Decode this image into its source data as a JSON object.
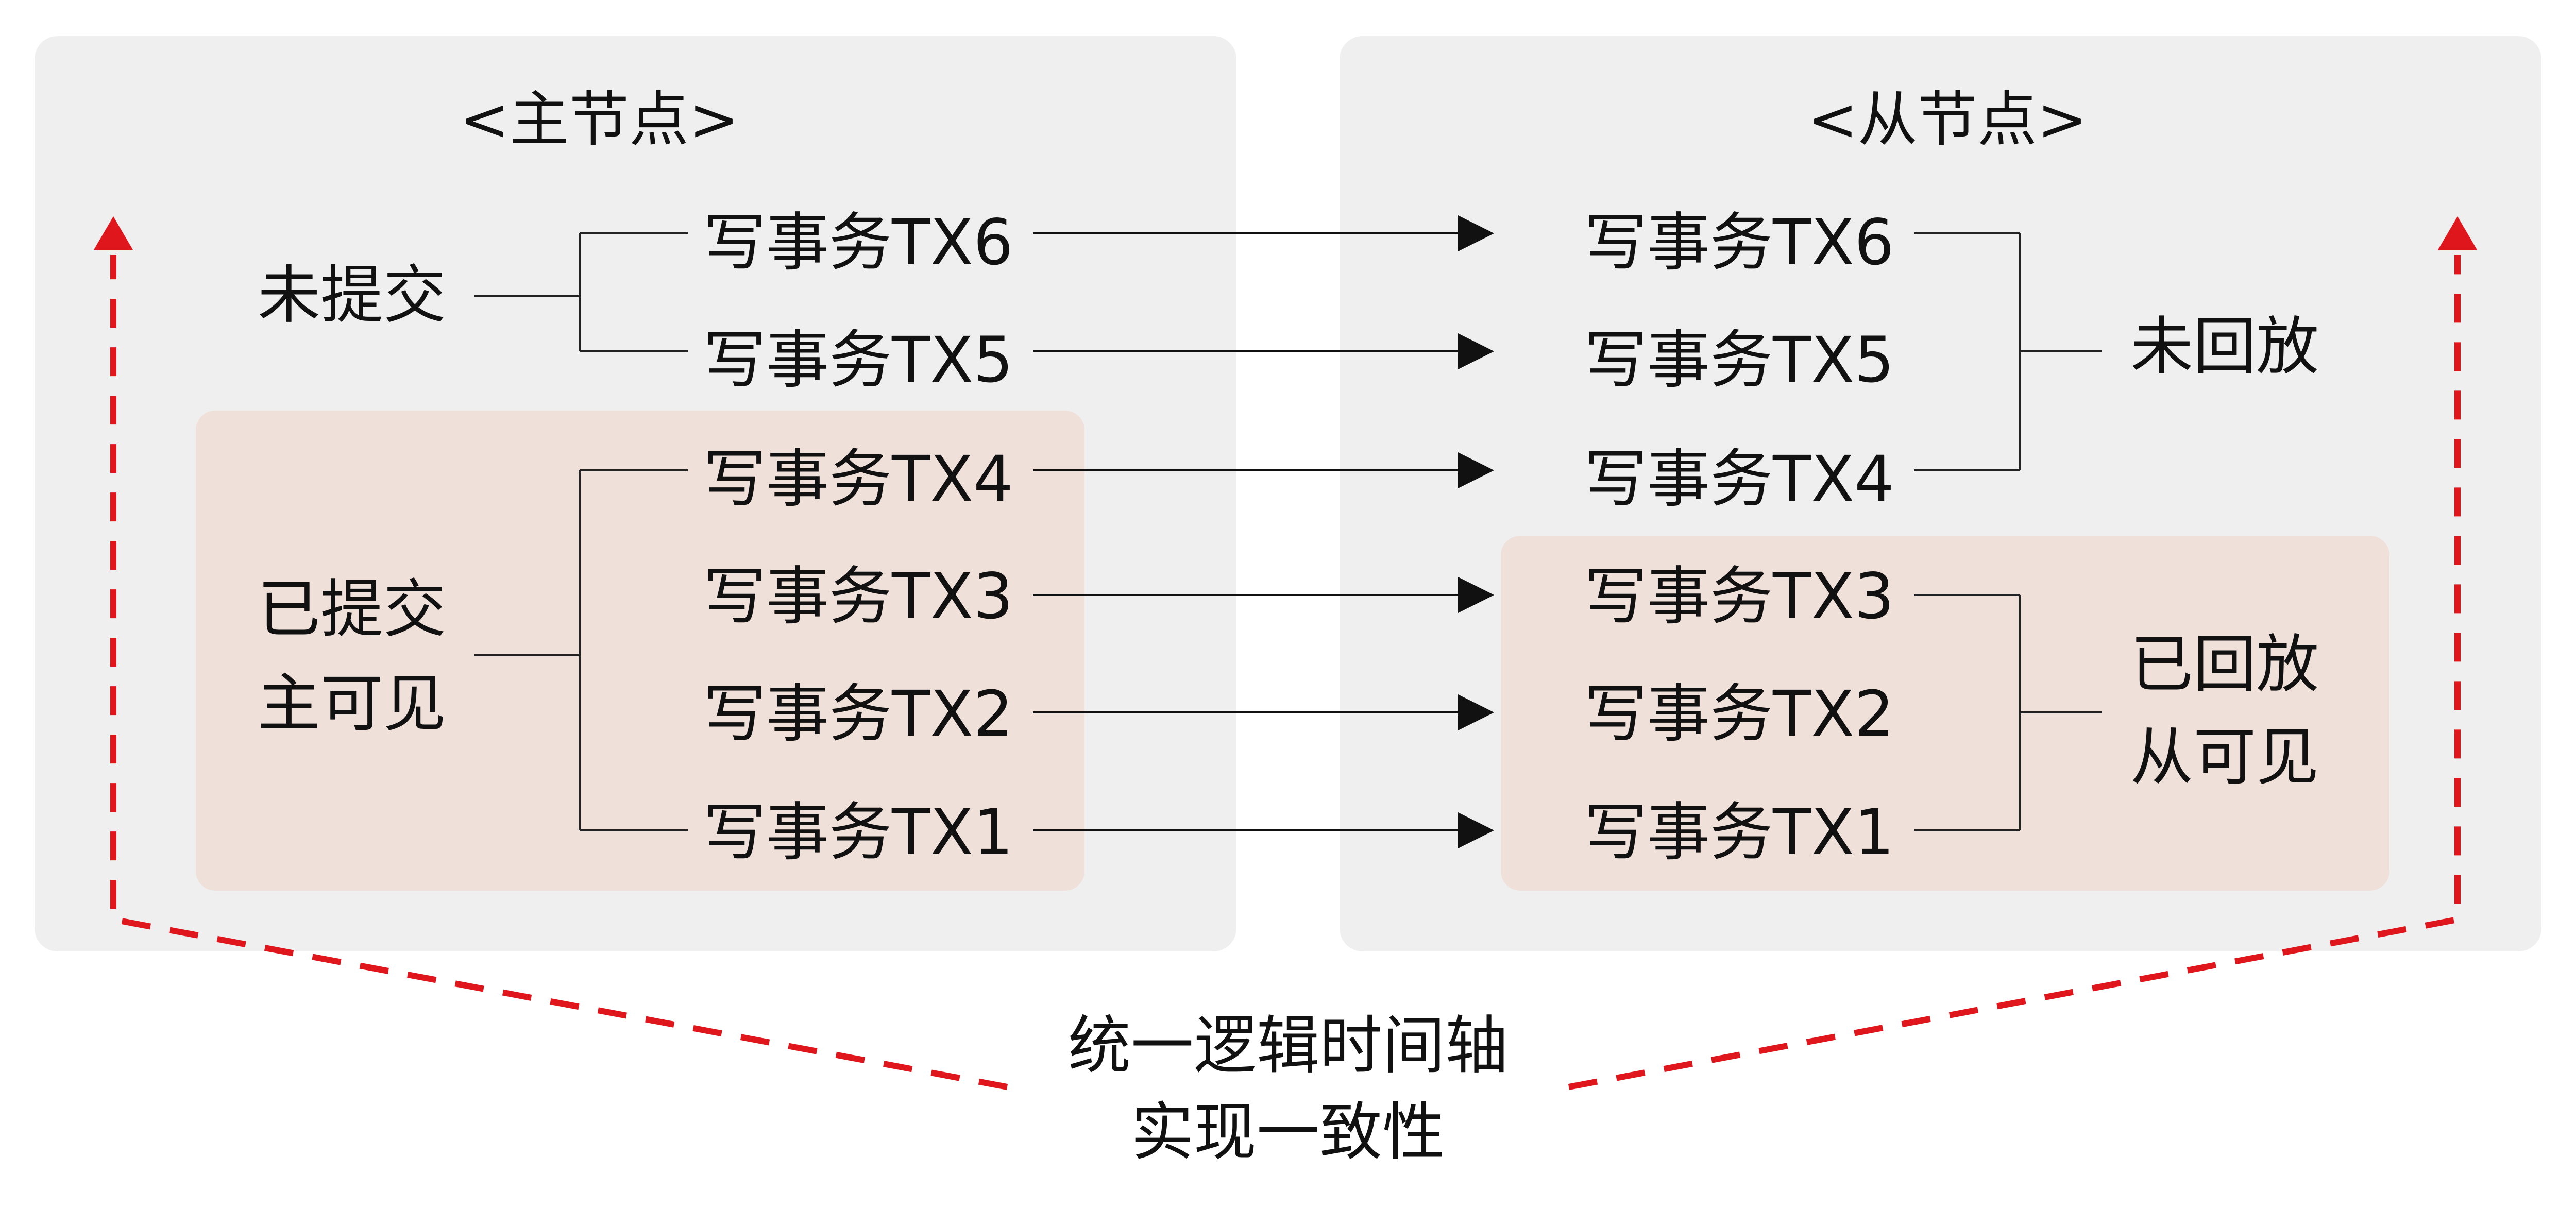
{
  "colors": {
    "panel_bg": "#efefef",
    "highlight_bg": "#efe0d9",
    "accent_red": "#e0161d",
    "text": "#111111"
  },
  "master": {
    "title": "<主节点>",
    "uncommitted_label": "未提交",
    "committed_label_line1": "已提交",
    "committed_label_line2": "主可见",
    "transactions": [
      "写事务TX6",
      "写事务TX5",
      "写事务TX4",
      "写事务TX3",
      "写事务TX2",
      "写事务TX1"
    ]
  },
  "slave": {
    "title": "<从节点>",
    "unreplayed_label": "未回放",
    "replayed_label_line1": "已回放",
    "replayed_label_line2": "从可见",
    "transactions": [
      "写事务TX6",
      "写事务TX5",
      "写事务TX4",
      "写事务TX3",
      "写事务TX2",
      "写事务TX1"
    ]
  },
  "footer": {
    "line1": "统一逻辑时间轴",
    "line2": "实现一致性"
  }
}
